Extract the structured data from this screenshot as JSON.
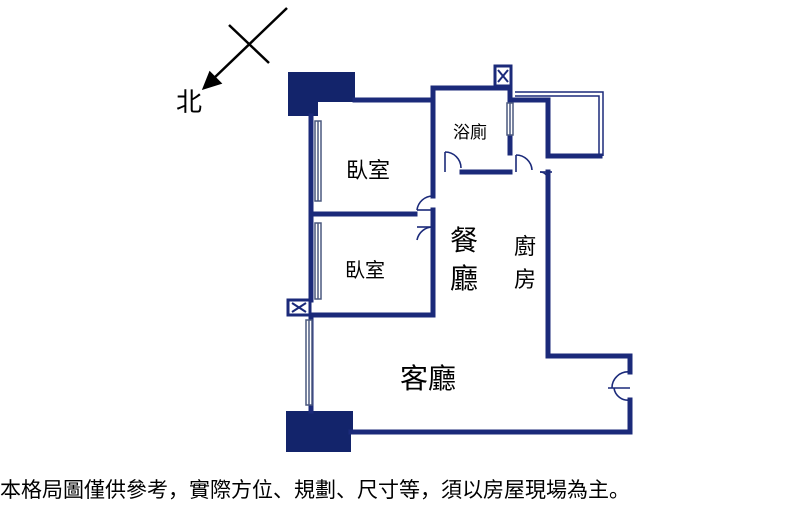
{
  "compass": {
    "label": "北"
  },
  "rooms": {
    "bedroom_1": "臥室",
    "bedroom_2": "臥室",
    "bathroom": "浴廁",
    "dining_line1": "餐",
    "dining_line2": "廳",
    "kitchen_line1": "廚",
    "kitchen_line2": "房",
    "living": "客廳"
  },
  "disclaimer": "本格局圖僅供參考，實際方位、規劃、尺寸等，須以房屋現場為主。",
  "colors": {
    "wall": "#1b2a7a",
    "column": "#13246b",
    "window": "#7f8fb0"
  }
}
